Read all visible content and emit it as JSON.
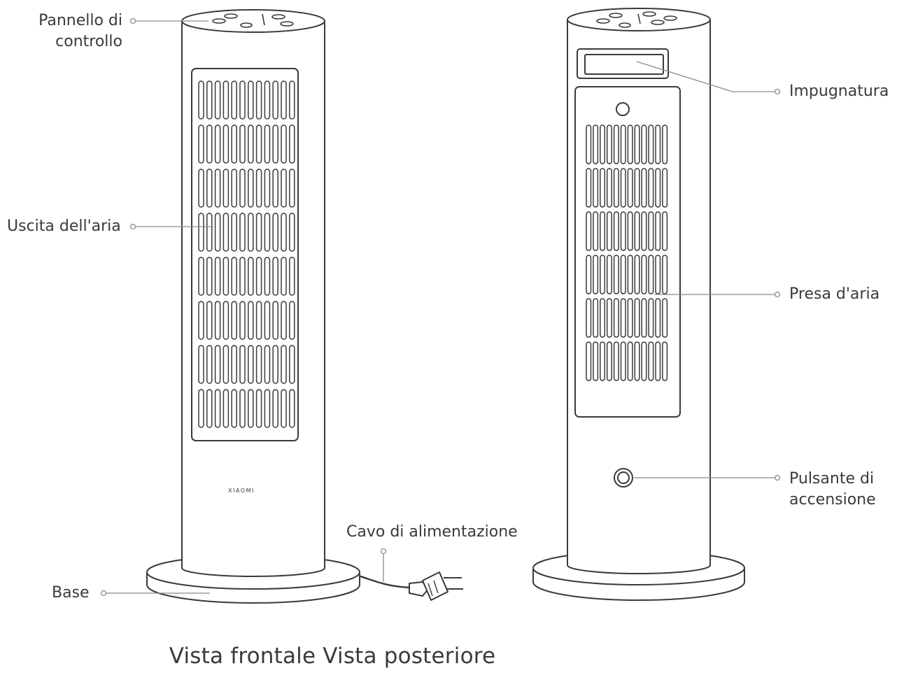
{
  "labels": {
    "control_panel": [
      "Pannello di",
      "controllo"
    ],
    "air_outlet": "Uscita dell'aria",
    "base": "Base",
    "power_cord": "Cavo di alimentazione",
    "handle": "Impugnatura",
    "air_inlet": "Presa d'aria",
    "power_button": [
      "Pulsante di",
      "accensione"
    ]
  },
  "brand_mark": "XIAOMI",
  "caption": "Vista frontale Vista posteriore",
  "colors": {
    "line": "#3a3a3a",
    "fill": "#ffffff",
    "leader": "#8a8a8a"
  }
}
